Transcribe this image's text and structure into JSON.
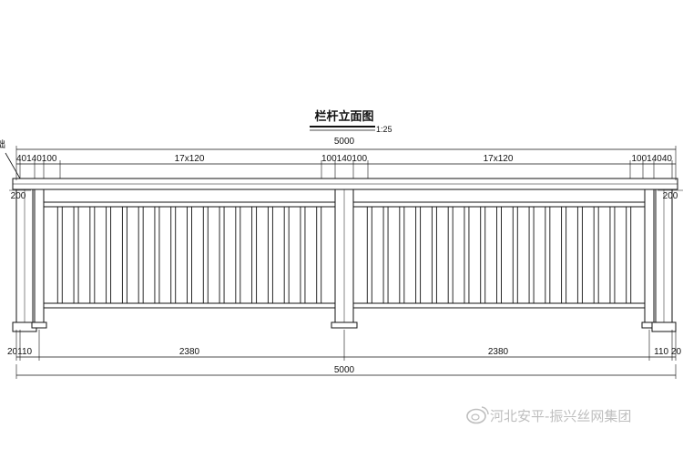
{
  "title": "栏杆立面图",
  "scale": "1:25",
  "left_edge_label": "础",
  "top_dims": {
    "overall": "5000",
    "left_group": "40140100",
    "left_span": "17x120",
    "center_group": "100140100",
    "right_span": "17x120",
    "right_group": "10014040",
    "left_post_width": "200",
    "right_post_width": "200"
  },
  "bottom_dims": {
    "left_group": "20110",
    "left_span": "2380",
    "right_span": "2380",
    "right_group": "110 20",
    "overall": "5000"
  },
  "watermark": {
    "logo_icon": "weibo-icon",
    "text": "河北安平-振兴丝网集团"
  },
  "colors": {
    "line": "#1a1a1a",
    "watermark": "#b8b8b8"
  }
}
